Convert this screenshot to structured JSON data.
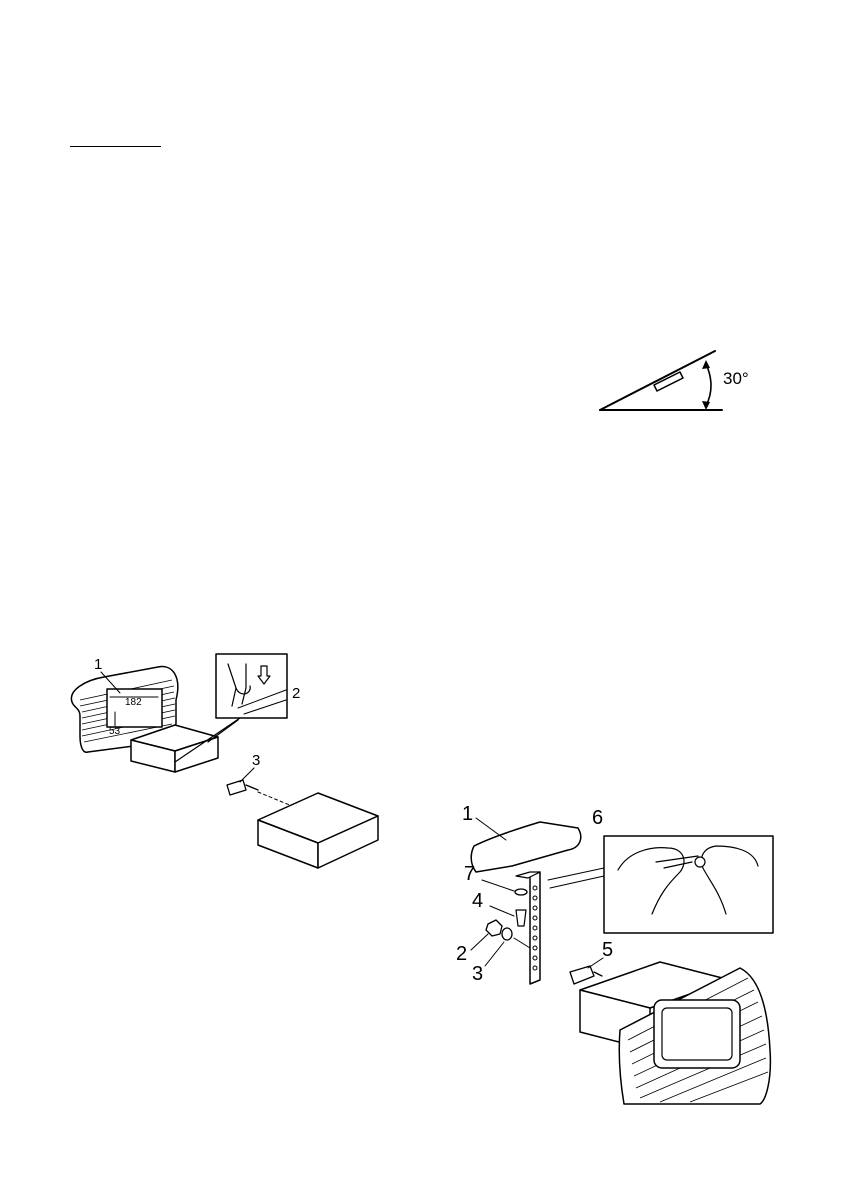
{
  "angle_figure": {
    "angle_label": "30°"
  },
  "removal_figure": {
    "callouts": [
      "1",
      "2",
      "3"
    ],
    "dimensions": {
      "width": "182",
      "height": "53"
    }
  },
  "mounting_figure": {
    "callouts": [
      "1",
      "6",
      "7",
      "4",
      "2",
      "3",
      "5"
    ]
  }
}
